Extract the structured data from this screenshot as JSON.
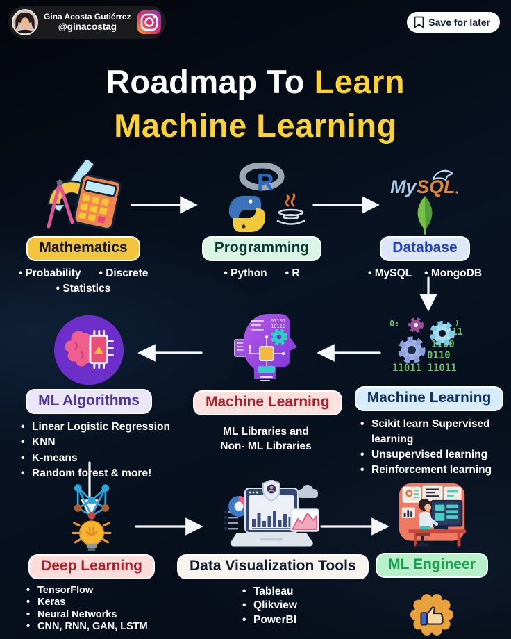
{
  "header": {
    "profile": {
      "name": "Gina Acosta Gutiérrez",
      "handle": "@ginacostag"
    },
    "save_button": {
      "label": "Save for later"
    }
  },
  "title": {
    "prefix": "Roadmap To",
    "highlight": "Learn",
    "line2": "Machine Learning",
    "accent_color": "#FCD233"
  },
  "nodes": {
    "mathematics": {
      "label": "Mathematics",
      "pill_bg": "#F2C53D",
      "pill_text_color": "#15151F",
      "items": [
        "Probability",
        "Discrete",
        "Statistics"
      ]
    },
    "programming": {
      "label": "Programming",
      "pill_bg": "#D9F6E4",
      "pill_text_color": "#0D3733",
      "items": [
        "Python",
        "R"
      ],
      "r_letter": "R"
    },
    "database": {
      "label": "Database",
      "pill_bg": "#DDE7F8",
      "pill_text_color": "#2140C0",
      "items": [
        "MySQL",
        "MongoDB"
      ],
      "mysql_wordmark_1": "My",
      "mysql_wordmark_2": "SQL"
    },
    "ml_algorithms": {
      "label": "ML Algorithms",
      "pill_bg": "#EBE7F8",
      "pill_text_color": "#50339C",
      "items": [
        "Linear Logistic Regression",
        "KNN",
        "K-means",
        "Random forest & more!"
      ]
    },
    "ml_libraries": {
      "label": "Machine Learning",
      "pill_bg": "#FBE2DE",
      "pill_text_color": "#B01F27",
      "note_lines": [
        "ML Libraries and",
        "Non- ML Libraries"
      ]
    },
    "ml_methods": {
      "label": "Machine Learning",
      "pill_bg": "#D8EDFB",
      "pill_text_color": "#0F3060",
      "items": [
        "Scikit learn Supervised learning",
        "Unsupervised learning",
        "Reinforcement learning"
      ],
      "binary_rows": [
        "11",
        "1100",
        "0110",
        "11011 11011"
      ]
    },
    "deep_learning": {
      "label": "Deep Learning",
      "pill_bg": "#FADCDB",
      "pill_text_color": "#B01F27",
      "items": [
        "TensorFlow",
        "Keras",
        "Neural Networks",
        "CNN, RNN, GAN, LSTM"
      ]
    },
    "data_visualization": {
      "label": "Data Visualization Tools",
      "pill_bg": "#F7F3EE",
      "pill_text_color": "#121A2D",
      "items": [
        "Tableau",
        "Qlikview",
        "PowerBI"
      ]
    },
    "ml_engineer": {
      "label": "ML Engineer",
      "pill_bg": "#B9F0CC",
      "pill_text_color": "#17A14C"
    }
  },
  "flow_arrows": [
    {
      "from": "mathematics",
      "to": "programming",
      "direction": "right"
    },
    {
      "from": "programming",
      "to": "database",
      "direction": "right"
    },
    {
      "from": "database",
      "to": "ml_methods",
      "direction": "down"
    },
    {
      "from": "ml_methods",
      "to": "ml_libraries",
      "direction": "left"
    },
    {
      "from": "ml_libraries",
      "to": "ml_algorithms",
      "direction": "left"
    },
    {
      "from": "ml_algorithms",
      "to": "deep_learning",
      "direction": "down"
    },
    {
      "from": "deep_learning",
      "to": "data_visualization",
      "direction": "right"
    },
    {
      "from": "data_visualization",
      "to": "ml_engineer",
      "direction": "right"
    }
  ]
}
